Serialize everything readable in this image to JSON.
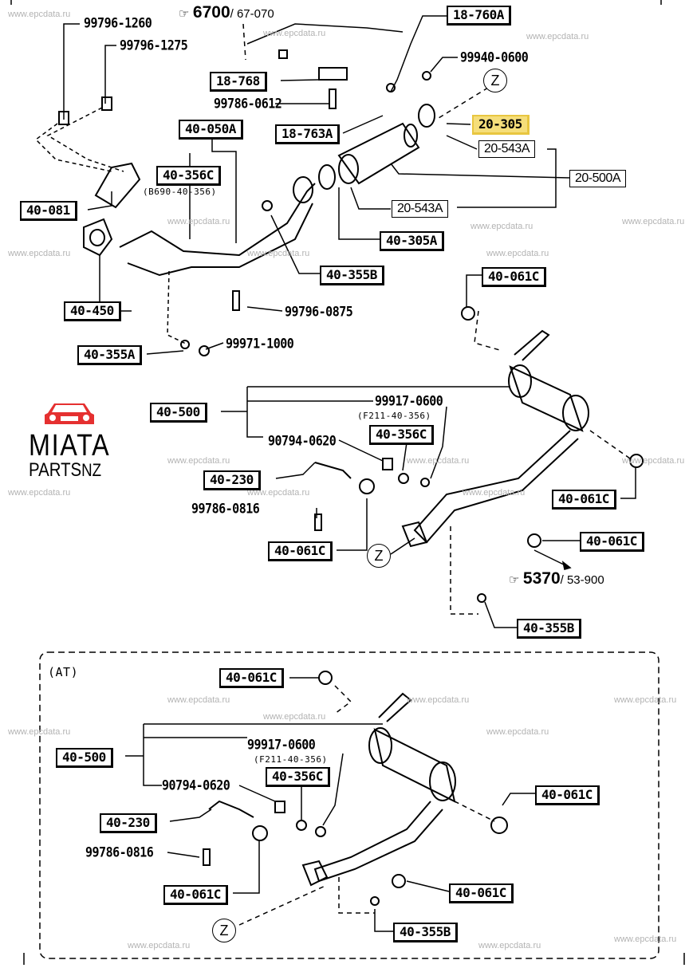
{
  "watermark": "www.epcdata.ru",
  "logo": {
    "line1": "MIATA",
    "line2a": "PARTS",
    "line2b": "NZ",
    "car_color": "#e53030"
  },
  "highlight_color": "#f5de7a",
  "refs": {
    "top": {
      "main": "6700",
      "sub": "/ 67-070",
      "icon": "pointing-hand-icon"
    },
    "mid": {
      "main": "5370",
      "sub": "/ 53-900",
      "icon": "pointing-hand-icon"
    }
  },
  "section_at_label": "(AT)",
  "z_marker": "Z",
  "parts": {
    "p99796_1260": "99796-1260",
    "p99796_1275": "99796-1275",
    "p18_760A": "18-760A",
    "p99940_0600": "99940-0600",
    "p18_768": "18-768",
    "p99786_0612": "99786-0612",
    "p40_050A": "40-050A",
    "p18_763A": "18-763A",
    "p20_305": "20-305",
    "p20_543A_1": "20-543A",
    "p40_356C_1": "40-356C",
    "p40_356C_1_sub": "(B690-40-356)",
    "p20_500A": "20-500A",
    "p40_081": "40-081",
    "p20_543A_2": "20-543A",
    "p40_305A": "40-305A",
    "p40_355B_1": "40-355B",
    "p40_061C_1": "40-061C",
    "p40_450": "40-450",
    "p99796_0875": "99796-0875",
    "p99971_1000": "99971-1000",
    "p40_355A": "40-355A",
    "p40_500_1": "40-500",
    "p99917_0600_1": "99917-0600",
    "p99917_0600_1_sub": "(F211-40-356)",
    "p40_356C_2": "40-356C",
    "p90794_0620_1": "90794-0620",
    "p40_230_1": "40-230",
    "p40_061C_2": "40-061C",
    "p99786_0816_1": "99786-0816",
    "p40_061C_3": "40-061C",
    "p40_061C_4": "40-061C",
    "p40_355B_2": "40-355B",
    "p40_061C_5": "40-061C",
    "p99917_0600_2": "99917-0600",
    "p99917_0600_2_sub": "(F211-40-356)",
    "p40_500_2": "40-500",
    "p40_356C_3": "40-356C",
    "p40_061C_6": "40-061C",
    "p90794_0620_2": "90794-0620",
    "p40_230_2": "40-230",
    "p99786_0816_2": "99786-0816",
    "p40_061C_7": "40-061C",
    "p40_061C_8": "40-061C",
    "p40_355B_3": "40-355B"
  }
}
